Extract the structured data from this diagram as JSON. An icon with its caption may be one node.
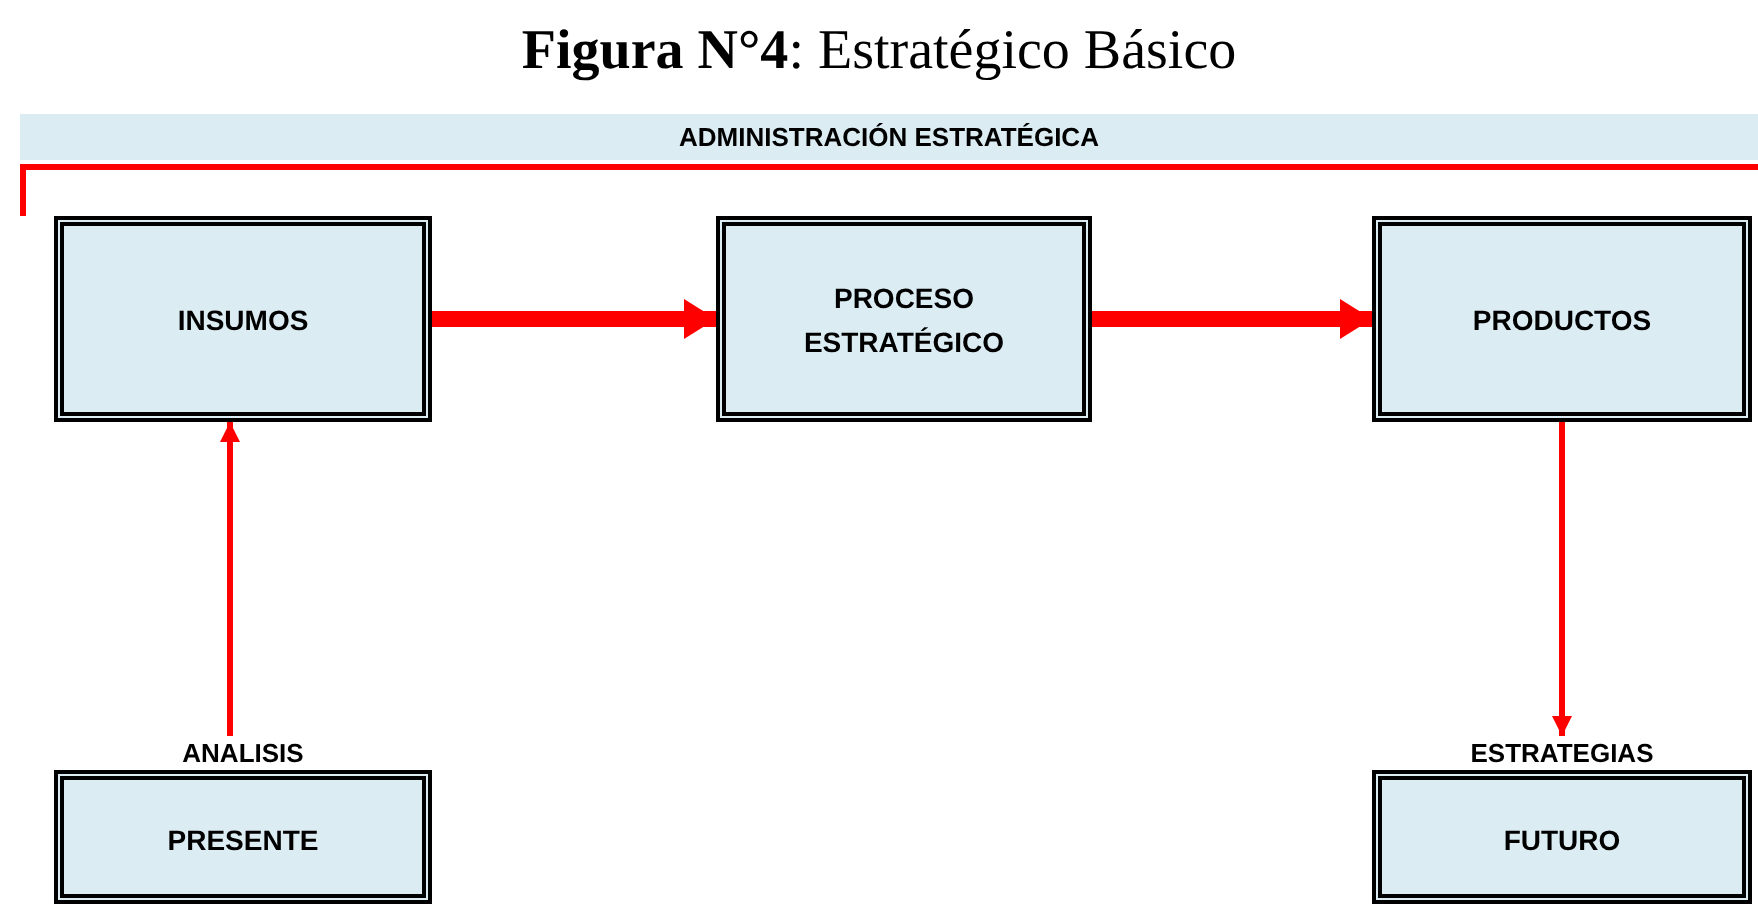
{
  "diagram": {
    "title": "**Figura N°4**: Estratégico Básico",
    "nodes": [
      {
        "text": [
          "ADMINISTRACIÓN ESTRATÉGICA"
        ]
      },
      {
        "text": [
          "INSUMOS"
        ]
      },
      {
        "text": [
          "PROCESO ESTRATÉGICO"
        ]
      },
      {
        "text": [
          "PRODUCTOS"
        ]
      },
      {
        "text": [
          "ANALISIS",
          "PRESENTE"
        ]
      },
      {
        "text": [
          "ESTRATEGIAS",
          "FUTURO"
        ]
      }
    ],
    "edges": [
      {
        "from": 1,
        "to": 2,
        "arrow": "to",
        "style": "thick"
      },
      {
        "from": 2,
        "to": 3,
        "arrow": "to",
        "style": "thick"
      },
      {
        "from": 4,
        "to": 1,
        "arrow": "to"
      },
      {
        "from": 3,
        "to": 5,
        "arrow": "to"
      }
    ]
  }
}
